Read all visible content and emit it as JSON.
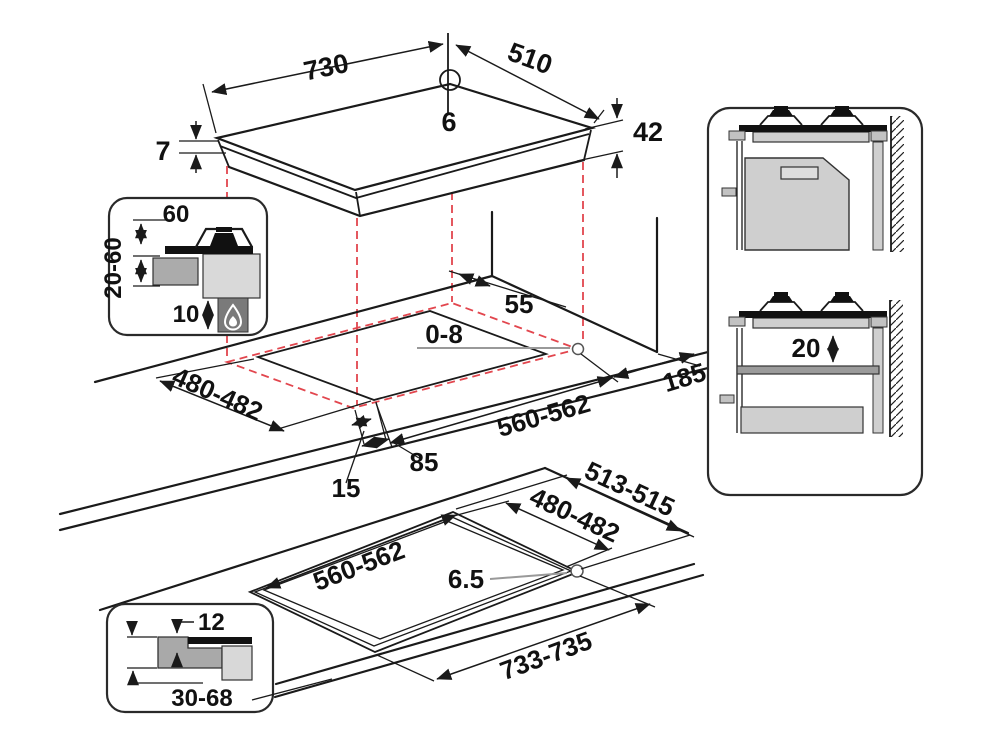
{
  "figure": {
    "kind": "gas hob installation dimensions diagram",
    "units": "mm"
  },
  "colors": {
    "line": "#1a1a1a",
    "projection_red": "#e2464e",
    "leader_gray": "#999999",
    "fill_light": "#d9d9d9",
    "fill_mid": "#a9a9a9",
    "fill_dark": "#7a7a7a",
    "glass_black": "#111111"
  },
  "top_view": {
    "length": "730",
    "depth": "510",
    "center_offset": "6",
    "glass_thickness": "7",
    "body_height": "42"
  },
  "side_detail": {
    "top_clearance": "60",
    "side_clearance": "20-60",
    "bottom_clearance": "10",
    "icon": "flame-icon"
  },
  "cutout_view": {
    "rear_clearance": "55",
    "corner_radius": "0-8",
    "side_clearance": "185",
    "cutout_width": "480-482",
    "cutout_length": "560-562",
    "front_edge_inset": "15",
    "end_inset": "85"
  },
  "wall_detail": {
    "shelf_clearance": "20"
  },
  "flush_view": {
    "diagonal_width": "513-515",
    "cutout_width": "480-482",
    "cutout_length": "560-562",
    "corner_radius": "6.5",
    "outer_length": "733-735"
  },
  "flush_detail": {
    "rebate_depth": "12",
    "worktop_thickness": "30-68"
  }
}
